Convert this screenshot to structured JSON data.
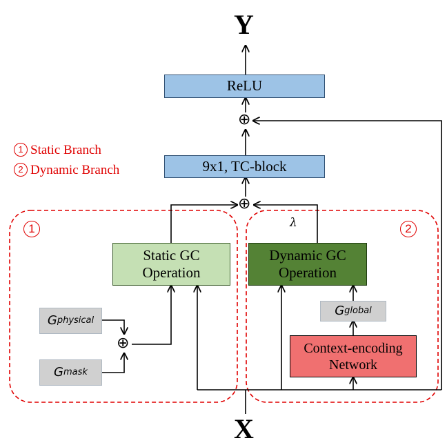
{
  "output_label": "Y",
  "input_label": "X",
  "relu_label": "ReLU",
  "tc_block_label": "9x1, TC-block",
  "legend": {
    "static_num": "1",
    "static_text": "Static Branch",
    "dynamic_num": "2",
    "dynamic_text": "Dynamic Branch"
  },
  "static_gc": {
    "line1": "Static GC",
    "line2": "Operation"
  },
  "dynamic_gc": {
    "line1": "Dynamic GC",
    "line2": "Operation"
  },
  "context_net": {
    "line1": "Context-encoding",
    "line2": "Network"
  },
  "g_physical": {
    "base": "G",
    "sub": "physical"
  },
  "g_mask": {
    "base": "G",
    "sub": "mask"
  },
  "g_global": {
    "base": "G",
    "sub": "global"
  },
  "lambda": "λ",
  "oplus_symbol": "⊕",
  "branch_badge_static": "1",
  "branch_badge_dynamic": "2",
  "colors": {
    "blocks_blue": "#9dc3e6",
    "static_green": "#c5e0b4",
    "dynamic_green": "#548235",
    "context_red": "#f07070",
    "graph_gray": "#d0d0d0",
    "branch_dashed": "#e00000"
  }
}
